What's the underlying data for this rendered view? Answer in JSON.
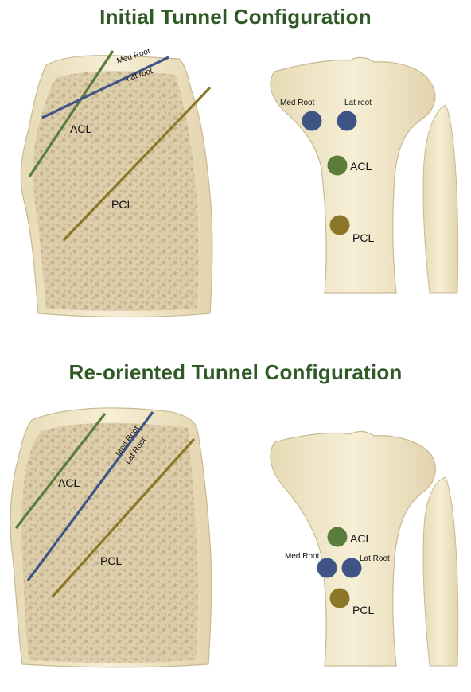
{
  "titles": {
    "initial": "Initial Tunnel Configuration",
    "reoriented": "Re-oriented Tunnel Configuration"
  },
  "labels": {
    "med_root": "Med Root",
    "lat_root_lower": "Lat root",
    "lat_root_upper": "Lat Root",
    "acl": "ACL",
    "pcl": "PCL"
  },
  "colors": {
    "title": "#2f5a26",
    "acl": "#5b7d3c",
    "roots": "#3f5585",
    "pcl": "#8c7628",
    "bone": "#f0e6c6",
    "cancellous": "#d8c8a4"
  }
}
